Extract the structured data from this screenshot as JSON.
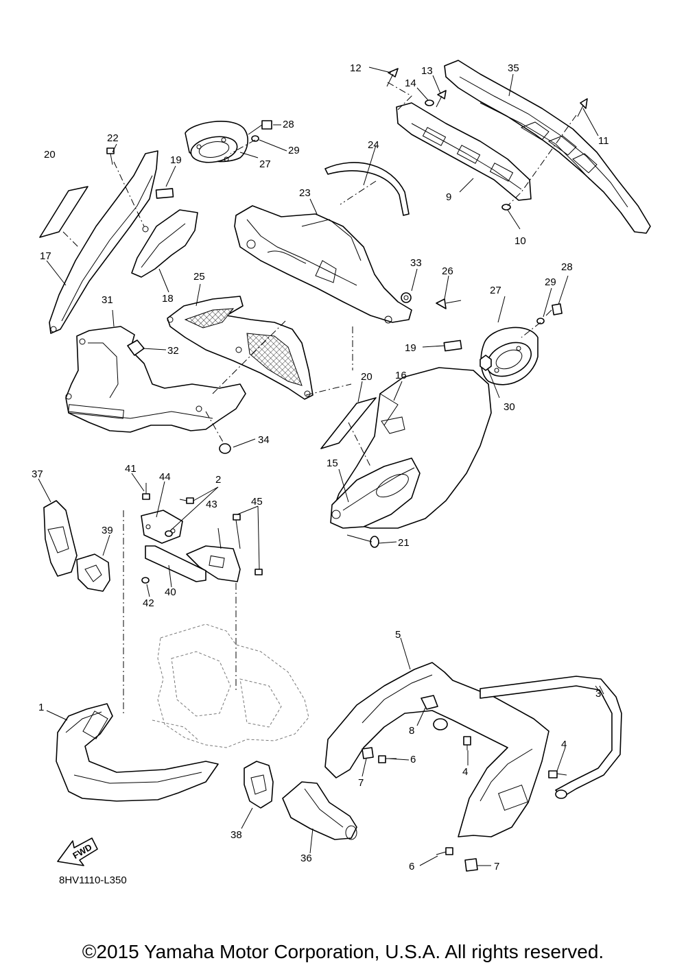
{
  "diagram_code": "8HV1110-L350",
  "fwd_label": "FWD",
  "copyright": "©2015 Yamaha Motor Corporation, U.S.A. All rights reserved.",
  "callouts": [
    "1",
    "2",
    "3",
    "4",
    "4",
    "5",
    "6",
    "6",
    "7",
    "7",
    "8",
    "9",
    "10",
    "11",
    "12",
    "13",
    "14",
    "15",
    "16",
    "17",
    "18",
    "19",
    "19",
    "20",
    "20",
    "21",
    "22",
    "23",
    "24",
    "25",
    "26",
    "27",
    "27",
    "28",
    "28",
    "29",
    "29",
    "30",
    "31",
    "32",
    "33",
    "34",
    "35",
    "36",
    "37",
    "38",
    "39",
    "40",
    "41",
    "42",
    "43",
    "44",
    "45"
  ]
}
